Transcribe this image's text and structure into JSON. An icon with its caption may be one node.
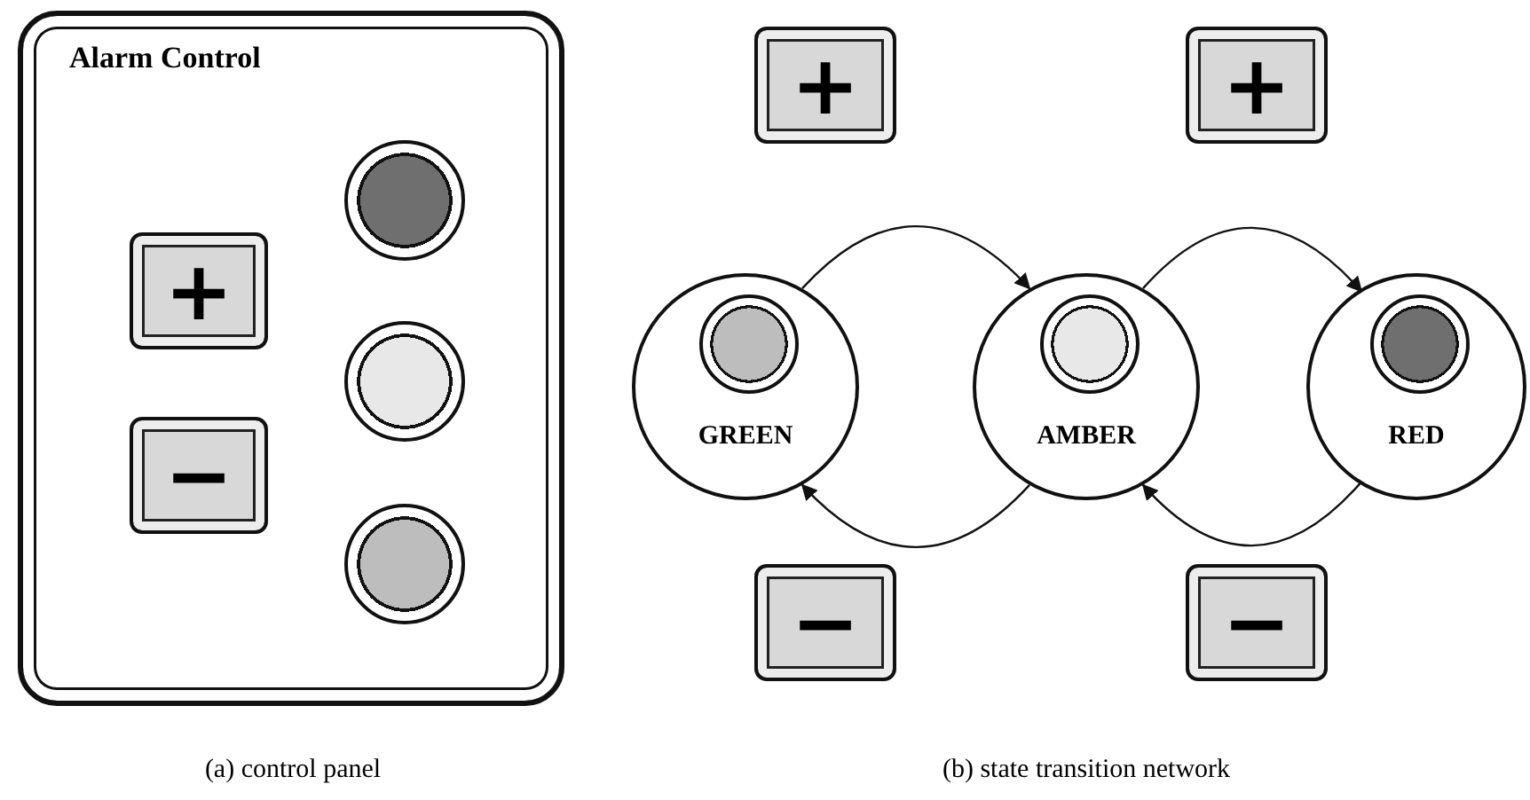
{
  "diagram": {
    "nodes": [
      {
        "text": [
          "Alarm Control"
        ]
      },
      {
        "text": [
          "+"
        ],
        "in": 0
      },
      {
        "text": [
          "−"
        ],
        "in": 0
      },
      {
        "text": [],
        "shape": "circle",
        "in": 0
      },
      {
        "text": [],
        "shape": "circle",
        "in": 0
      },
      {
        "text": [],
        "shape": "circle",
        "in": 0
      },
      {
        "text": [
          "+"
        ]
      },
      {
        "text": [
          "+"
        ]
      },
      {
        "text": [
          "GREEN"
        ]
      },
      {
        "text": [],
        "shape": "circle",
        "in": 8
      },
      {
        "text": [
          "AMBER"
        ]
      },
      {
        "text": [],
        "shape": "circle",
        "in": 10
      },
      {
        "text": [
          "RED"
        ]
      },
      {
        "text": [],
        "shape": "circle",
        "in": 12
      },
      {
        "text": [
          "−"
        ]
      },
      {
        "text": [
          "−"
        ]
      }
    ],
    "edges": [
      {
        "from": 8,
        "to": 10,
        "arrow": "to"
      },
      {
        "from": 10,
        "to": 12,
        "arrow": "to"
      },
      {
        "from": 10,
        "to": 8,
        "arrow": "to"
      },
      {
        "from": 12,
        "to": 10,
        "arrow": "to"
      }
    ],
    "labels": [
      "(a) control panel",
      "(b) state transition network"
    ]
  }
}
